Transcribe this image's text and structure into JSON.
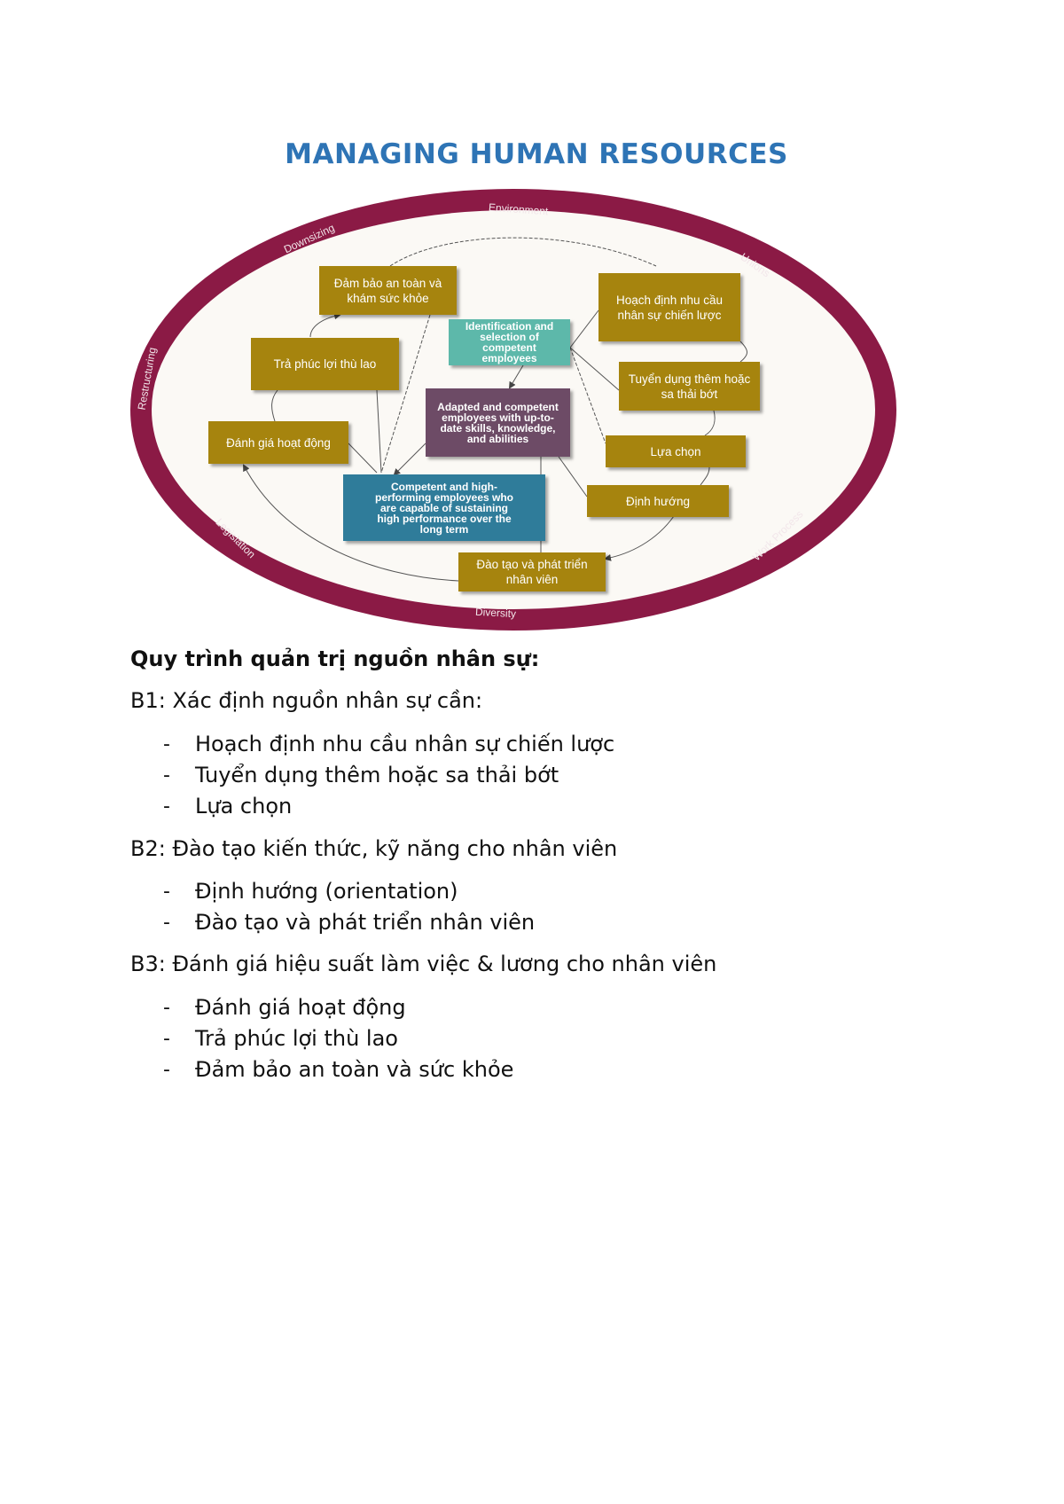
{
  "title": "MANAGING HUMAN RESOURCES",
  "colors": {
    "title": "#2e74b5",
    "ring": "#8b1a45",
    "gold_box": "#a6840e",
    "teal_box": "#5db8aa",
    "purple_box": "#6d4b66",
    "blue_box": "#2f7c9a"
  },
  "diagram": {
    "ring_labels": {
      "environment": "Environment",
      "downsizing": "Downsizing",
      "unions": "Unions",
      "restructuring": "Restructuring",
      "legislation": "Legislation",
      "work_process": "Work Process",
      "diversity": "Diversity"
    },
    "boxes": {
      "safety": "Đảm bảo an toàn và khám sức khỏe",
      "benefits": "Trả phúc lợi thù lao",
      "appraisal": "Đánh giá hoạt động",
      "identification": "Identification and selection of competent employees",
      "adapted": "Adapted and competent employees with up-to-date skills, knowledge, and abilities",
      "competent": "Competent and high-performing employees who are capable of sustaining high performance over the long term",
      "planning": "Hoạch định nhu cầu nhân sự chiến lược",
      "recruitment": "Tuyển dụng thêm hoặc sa thải bớt",
      "selection": "Lựa chọn",
      "orientation": "Định hướng",
      "training": "Đào tạo và phát triển nhân viên"
    }
  },
  "content": {
    "heading": "Quy trình quản trị nguồn nhân sự:",
    "bullet": "-",
    "steps": [
      {
        "label": "B1: Xác định nguồn nhân sự cần:",
        "items": [
          "Hoạch định nhu cầu nhân sự chiến lược",
          "Tuyển dụng thêm hoặc sa thải bớt",
          "Lựa chọn"
        ]
      },
      {
        "label": "B2: Đào tạo kiến thức, kỹ năng cho nhân viên",
        "items": [
          "Định hướng (orientation)",
          "Đào tạo và phát triển nhân viên"
        ]
      },
      {
        "label": "B3: Đánh giá hiệu suất làm việc & lương cho nhân viên",
        "items": [
          "Đánh giá hoạt động",
          "Trả phúc lợi thù lao",
          "Đảm bảo an toàn và sức khỏe"
        ]
      }
    ]
  }
}
